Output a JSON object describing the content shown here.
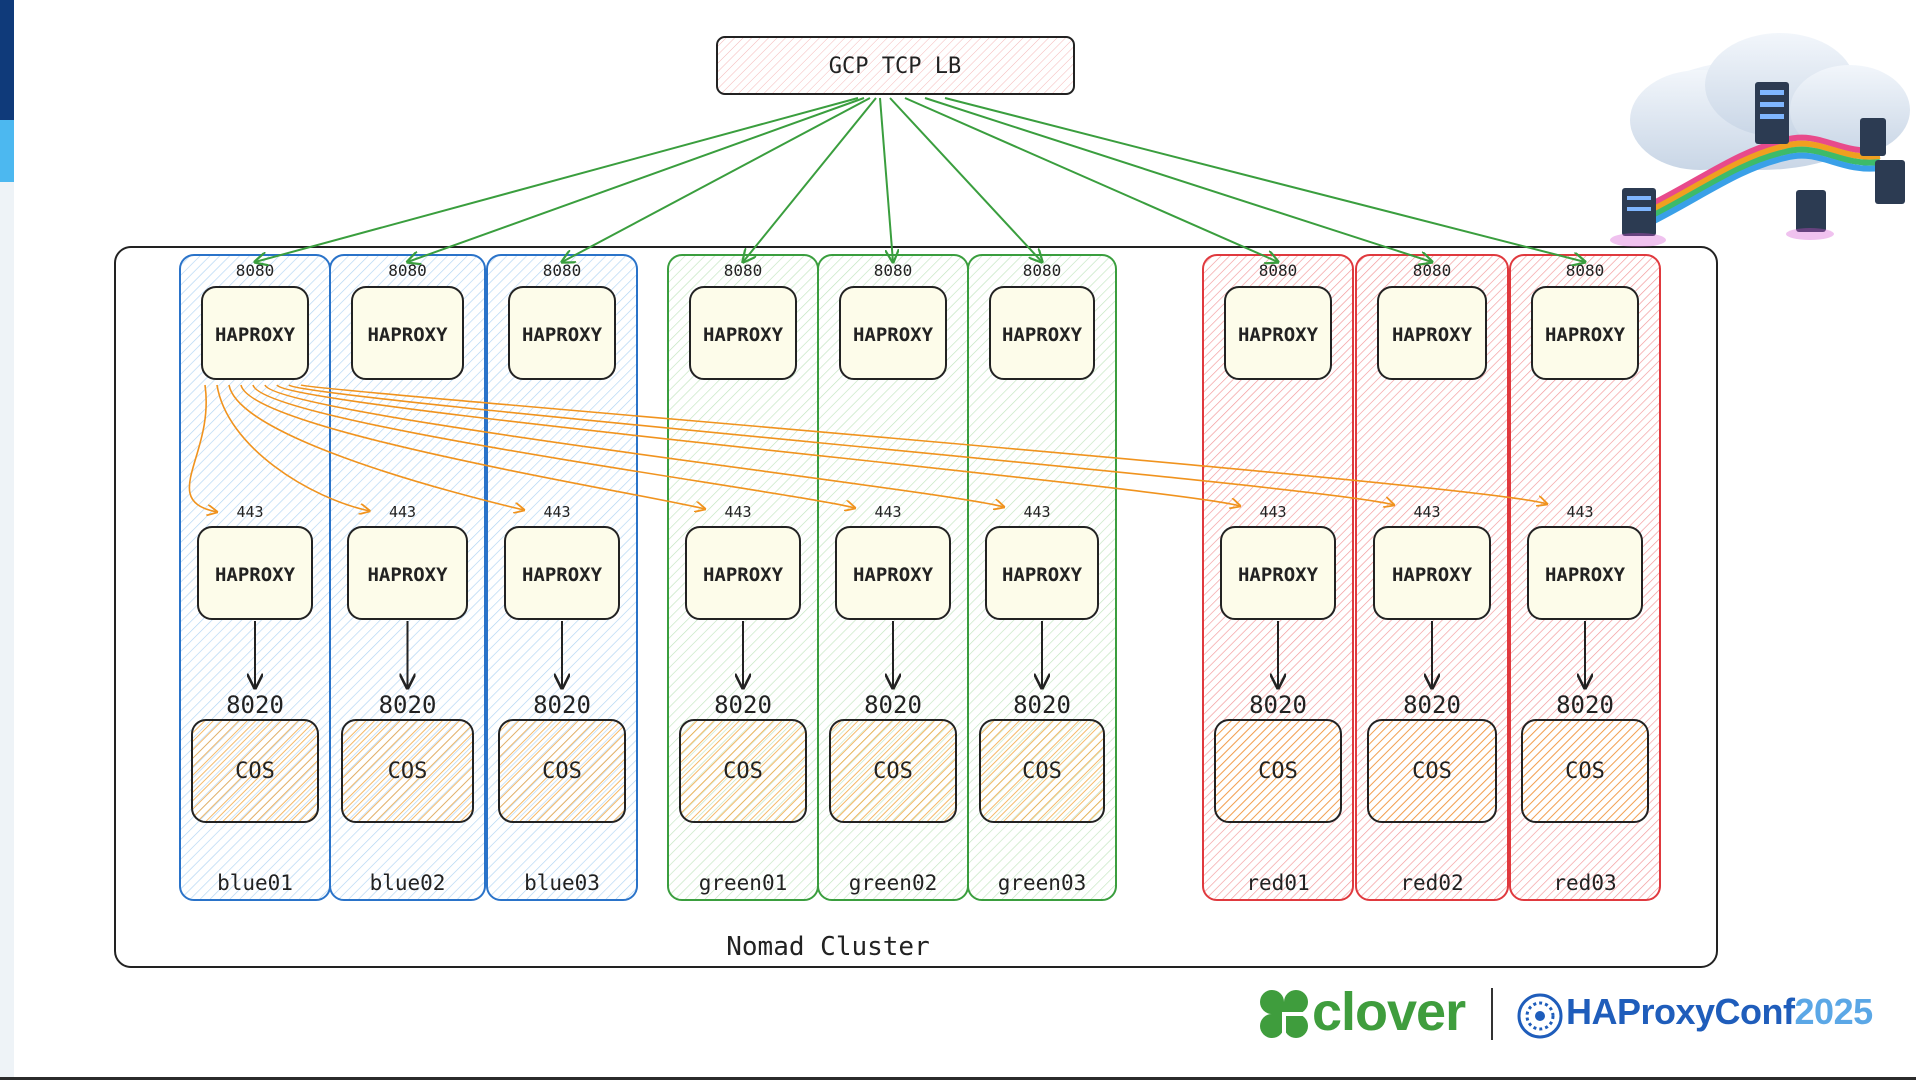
{
  "colors": {
    "blue": "#2a73c9",
    "green": "#3a9e3e",
    "red": "#e0393e",
    "lb_arrow": "#3a9e3e",
    "hc_arrow": "#f0931e",
    "clover_green": "#3f9d3d",
    "conf_blue": "#1f5dbb",
    "conf_light": "#5ba7e6",
    "accent_dark": "#0f3a7a",
    "accent_light": "#4cb8f0"
  },
  "diagram": {
    "load_balancer": "GCP TCP LB",
    "cluster_label": "Nomad Cluster",
    "nodes": [
      {
        "name": "blue01",
        "group": "blue",
        "lb_port": "8080",
        "inner_port": "443",
        "app_port": "8020",
        "proxy": "HAPROXY",
        "inner_proxy": "HAPROXY",
        "app": "COS"
      },
      {
        "name": "blue02",
        "group": "blue",
        "lb_port": "8080",
        "inner_port": "443",
        "app_port": "8020",
        "proxy": "HAPROXY",
        "inner_proxy": "HAPROXY",
        "app": "COS"
      },
      {
        "name": "blue03",
        "group": "blue",
        "lb_port": "8080",
        "inner_port": "443",
        "app_port": "8020",
        "proxy": "HAPROXY",
        "inner_proxy": "HAPROXY",
        "app": "COS"
      },
      {
        "name": "green01",
        "group": "green",
        "lb_port": "8080",
        "inner_port": "443",
        "app_port": "8020",
        "proxy": "HAPROXY",
        "inner_proxy": "HAPROXY",
        "app": "COS"
      },
      {
        "name": "green02",
        "group": "green",
        "lb_port": "8080",
        "inner_port": "443",
        "app_port": "8020",
        "proxy": "HAPROXY",
        "inner_proxy": "HAPROXY",
        "app": "COS"
      },
      {
        "name": "green03",
        "group": "green",
        "lb_port": "8080",
        "inner_port": "443",
        "app_port": "8020",
        "proxy": "HAPROXY",
        "inner_proxy": "HAPROXY",
        "app": "COS"
      },
      {
        "name": "red01",
        "group": "red",
        "lb_port": "8080",
        "inner_port": "443",
        "app_port": "8020",
        "proxy": "HAPROXY",
        "inner_proxy": "HAPROXY",
        "app": "COS"
      },
      {
        "name": "red02",
        "group": "red",
        "lb_port": "8080",
        "inner_port": "443",
        "app_port": "8020",
        "proxy": "HAPROXY",
        "inner_proxy": "HAPROXY",
        "app": "COS"
      },
      {
        "name": "red03",
        "group": "red",
        "lb_port": "8080",
        "inner_port": "443",
        "app_port": "8020",
        "proxy": "HAPROXY",
        "inner_proxy": "HAPROXY",
        "app": "COS"
      }
    ]
  },
  "footer": {
    "clover": "clover",
    "conf_name": "HAProxyConf",
    "conf_year": "2025"
  },
  "icons": {
    "cloud": "cloud-servers-icon",
    "clover": "clover-logo-icon",
    "haproxy": "haproxy-logo-icon"
  }
}
